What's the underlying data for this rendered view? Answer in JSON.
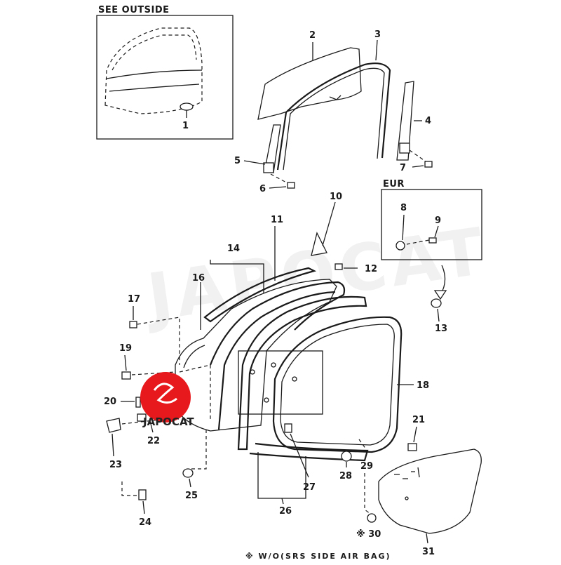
{
  "inset_see_outside": {
    "title": "SEE OUTSIDE"
  },
  "inset_eur": {
    "title": "EUR"
  },
  "callouts": {
    "c1": "1",
    "c2": "2",
    "c3": "3",
    "c4": "4",
    "c5": "5",
    "c6": "6",
    "c7": "7",
    "c8": "8",
    "c9": "9",
    "c10": "10",
    "c11": "11",
    "c12": "12",
    "c13": "13",
    "c14": "14",
    "c16": "16",
    "c17": "17",
    "c18": "18",
    "c19": "19",
    "c20": "20",
    "c21": "21",
    "c22": "22",
    "c23": "23",
    "c24": "24",
    "c25": "25",
    "c26": "26",
    "c27": "27",
    "c28": "28",
    "c29": "29",
    "c30": "※ 30",
    "c31": "31"
  },
  "footnote": "※ W/O(SRS SIDE AIR BAG)",
  "watermark": "JAPOCAT",
  "logo": {
    "text": "JAPOCAT",
    "color": "#e8191c"
  }
}
